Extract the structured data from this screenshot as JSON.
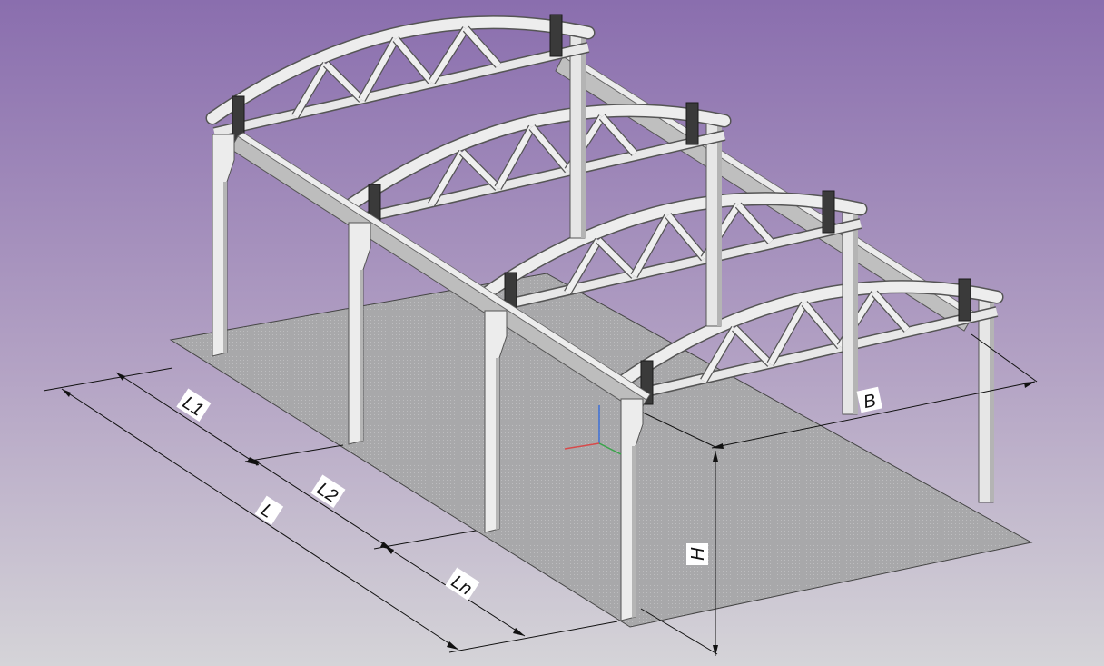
{
  "scene": {
    "frames": 4,
    "dimension_labels": {
      "l1": "L1",
      "l2": "L2",
      "ln": "Ln",
      "l": "L",
      "b": "B",
      "h": "H"
    }
  },
  "colors": {
    "background_top": "#8b6fae",
    "background_bottom": "#d4d2d8",
    "floor": "#a9a9a9",
    "steel_light": "#ededed",
    "steel_shade": "#bdbdbd",
    "bracket": "#3a3a3a",
    "dimension_line": "#111111"
  }
}
